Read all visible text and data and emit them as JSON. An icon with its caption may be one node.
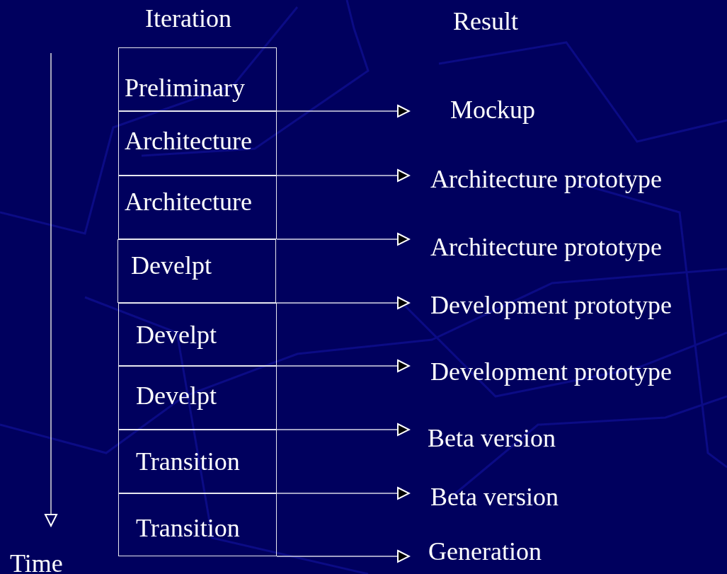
{
  "diagram": {
    "nodes": [
      {
        "text": [
          "Preliminary"
        ]
      },
      {
        "text": [
          "Architecture"
        ]
      },
      {
        "text": [
          "Architecture"
        ]
      },
      {
        "text": [
          "Develpt"
        ]
      },
      {
        "text": [
          "Develpt"
        ]
      },
      {
        "text": [
          "Develpt"
        ]
      },
      {
        "text": [
          "Transition"
        ]
      },
      {
        "text": [
          "Transition"
        ]
      },
      {
        "text": [
          "Mockup"
        ]
      },
      {
        "text": [
          "Architecture prototype"
        ]
      },
      {
        "text": [
          "Architecture prototype"
        ]
      },
      {
        "text": [
          "Development prototype"
        ]
      },
      {
        "text": [
          "Development prototype"
        ]
      },
      {
        "text": [
          "Beta version"
        ]
      },
      {
        "text": [
          "Beta version"
        ]
      },
      {
        "text": [
          "Generation"
        ]
      }
    ],
    "edges": [
      {
        "from": 0,
        "to": 8,
        "arrow": "to"
      },
      {
        "from": 1,
        "to": 9,
        "arrow": "to"
      },
      {
        "from": 2,
        "to": 10,
        "arrow": "to"
      },
      {
        "from": 3,
        "to": 11,
        "arrow": "to"
      },
      {
        "from": 4,
        "to": 12,
        "arrow": "to"
      },
      {
        "from": 5,
        "to": 13,
        "arrow": "to"
      },
      {
        "from": 6,
        "to": 14,
        "arrow": "to"
      },
      {
        "from": 7,
        "to": 15,
        "arrow": "to"
      }
    ],
    "labels": [
      "Iteration",
      "Result",
      "Time"
    ]
  }
}
